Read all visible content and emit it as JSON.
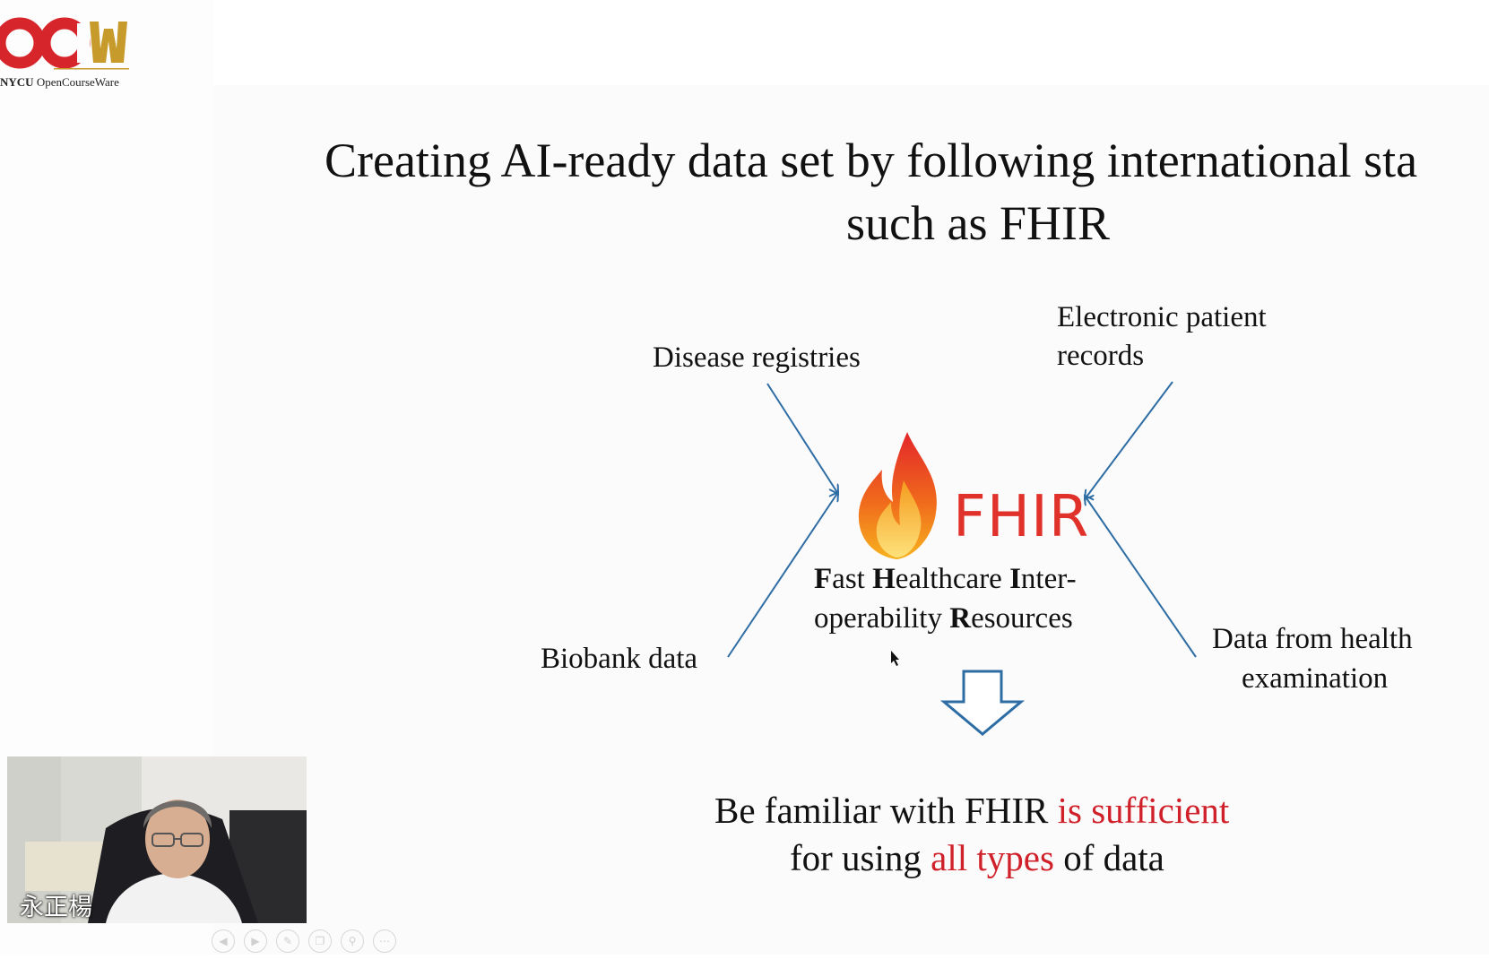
{
  "logo": {
    "name": "NYCU",
    "subtitle": "OpenCourseWare",
    "colors": {
      "red": "#d7262b",
      "gold": "#c79a2c"
    }
  },
  "slide": {
    "title_line1": "Creating AI-ready data set by following international sta",
    "title_line2": "such as FHIR",
    "sources": {
      "disease_registries": "Disease registries",
      "electronic_records_line1": "Electronic patient",
      "electronic_records_line2": "records",
      "biobank": "Biobank data",
      "health_exam_line1": "Data from health",
      "health_exam_line2": "examination"
    },
    "fhir": {
      "logo_text": "FHIR",
      "line1_p1_bold": "F",
      "line1_p1": "ast ",
      "line1_p2_bold": "H",
      "line1_p2": "ealthcare ",
      "line1_p3_bold": "I",
      "line1_p3": "nter-",
      "line2_p1": "operability ",
      "line2_p2_bold": "R",
      "line2_p2": "esources"
    },
    "conclusion": {
      "line1_black": "Be familiar with FHIR ",
      "line1_red": "is sufficient",
      "line2_black1": "for using ",
      "line2_red": "all types",
      "line2_black2": " of data"
    },
    "colors": {
      "arrow": "#2e6da4",
      "accent_red": "#d0202a",
      "fhir_red": "#e0312a"
    }
  },
  "webcam": {
    "name": "永正楊"
  },
  "toolbar_icons": [
    "prev-icon",
    "next-icon",
    "pen-icon",
    "copy-icon",
    "zoom-icon",
    "more-icon"
  ]
}
